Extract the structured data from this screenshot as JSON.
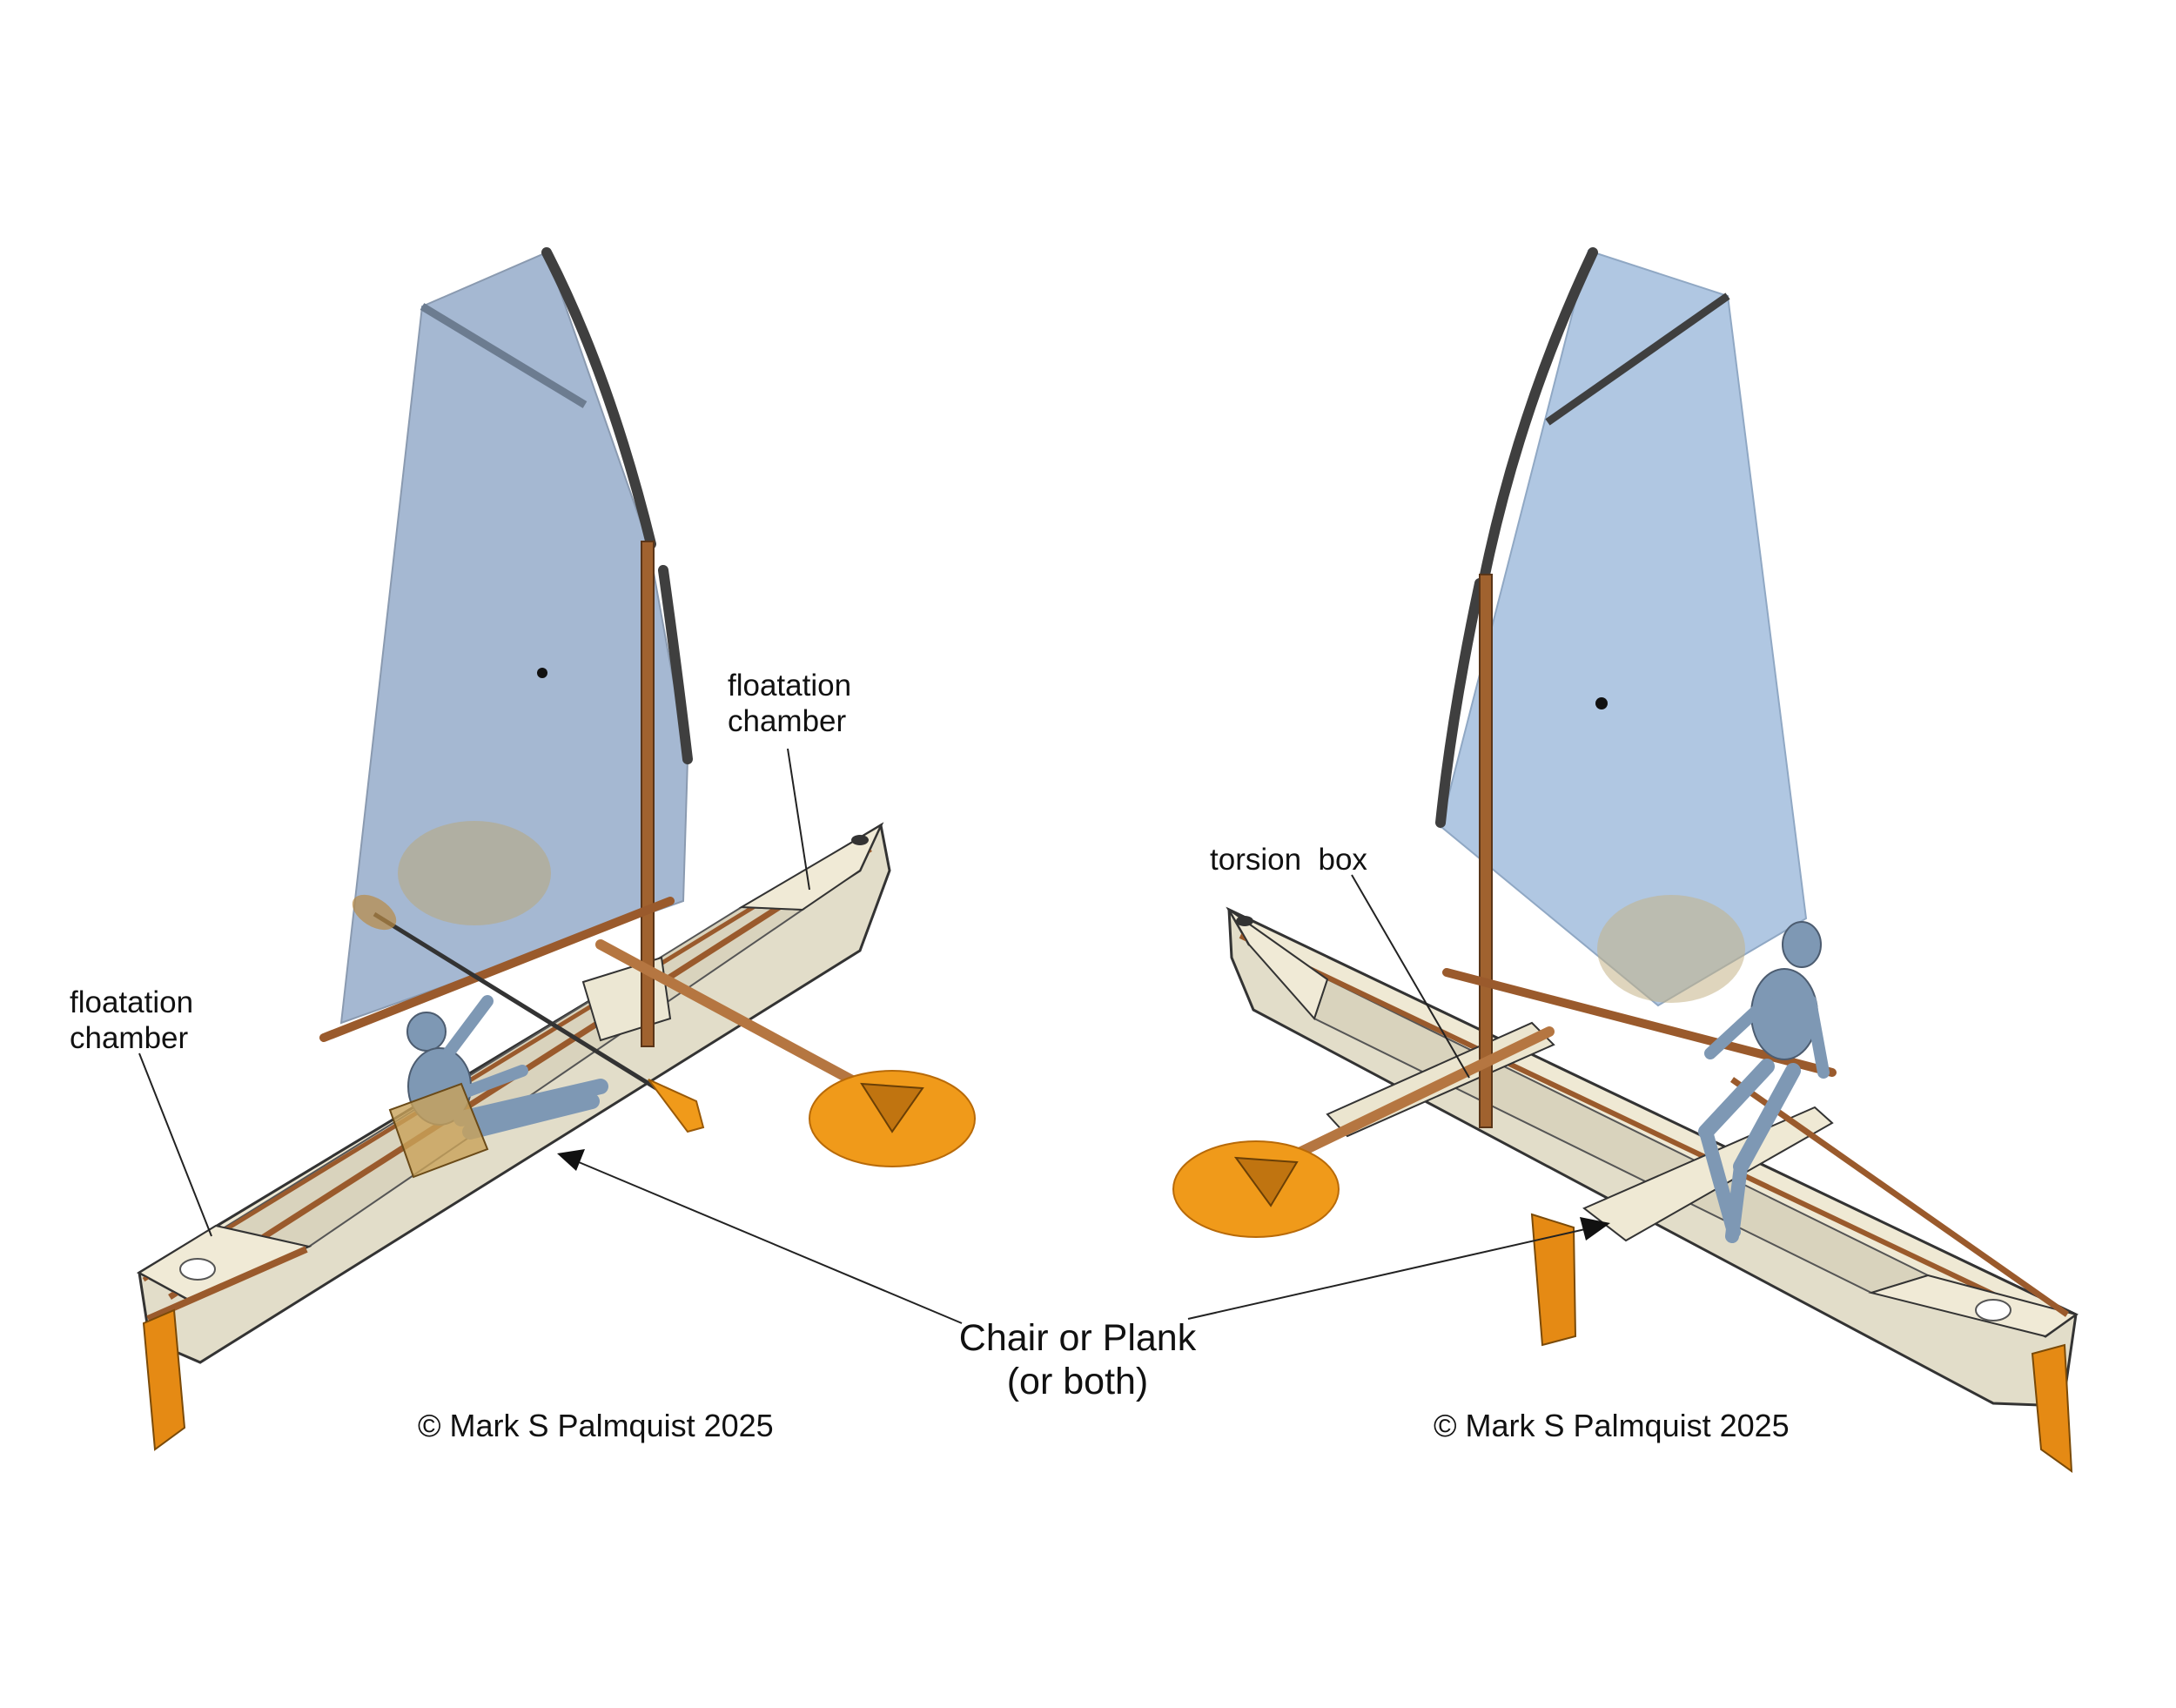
{
  "labels": {
    "left_floatation_stern": [
      "floatation",
      "chamber"
    ],
    "left_floatation_bow": [
      "floatation",
      "chamber"
    ],
    "torsion_box": "torsion  box",
    "seating": [
      "Chair or Plank",
      "(or both)"
    ]
  },
  "copyright": {
    "left": "© Mark S Palmquist 2025",
    "right": "© Mark S Palmquist 2025"
  },
  "colors": {
    "sail": "#9db2ce",
    "sail_right": "#a9c2df",
    "spar_dark": "#3f3f3f",
    "wood": "#9a5a2c",
    "hull": "#ece8d8",
    "hull_inner": "#d9d3bd",
    "blade_orange": "#f09a1a",
    "figure": "#7e98b4",
    "outline": "#333333"
  }
}
